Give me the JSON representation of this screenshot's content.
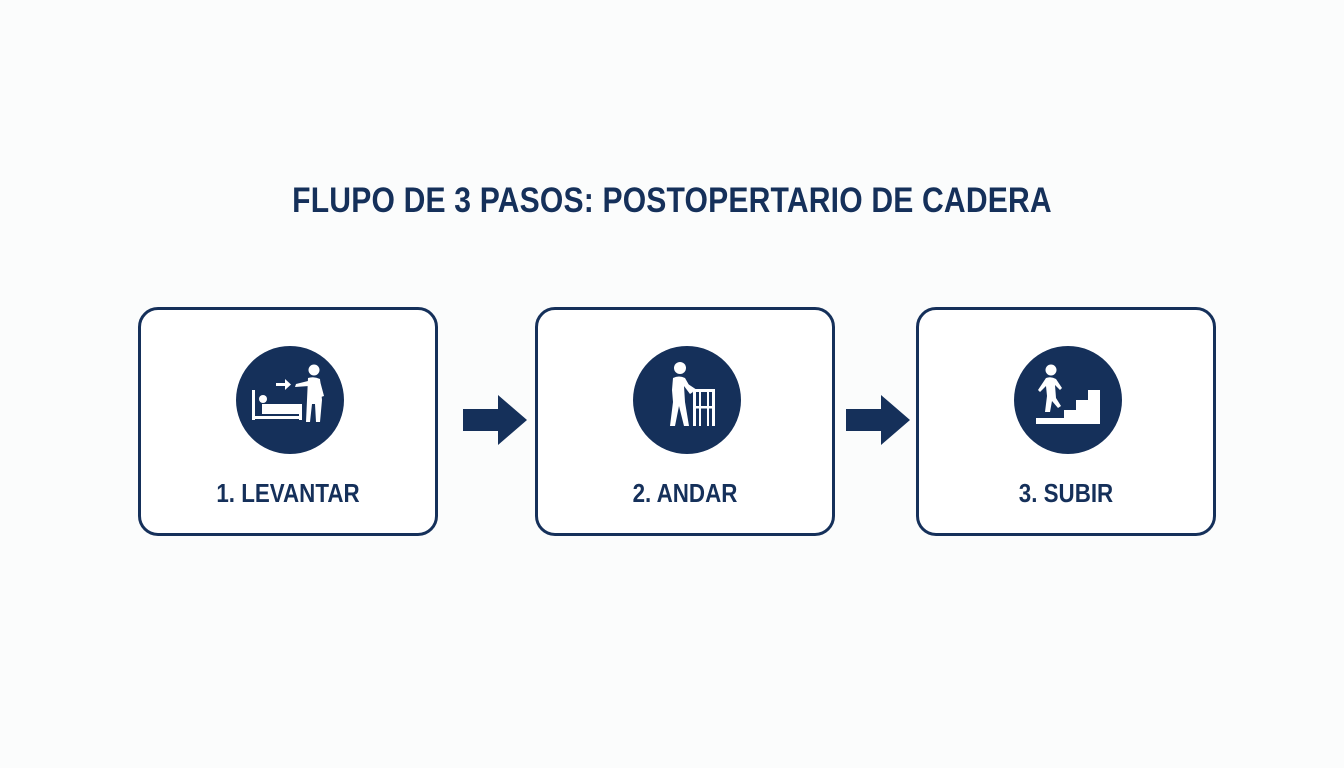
{
  "title": "FLUPO DE 3 PASOS: POSTOPERTARIO DE CADERA",
  "steps": [
    {
      "label": "1. LEVANTAR",
      "icon": "person-getting-out-of-bed-icon"
    },
    {
      "label": "2. ANDAR",
      "icon": "person-with-walker-icon"
    },
    {
      "label": "3. SUBIR",
      "icon": "person-climbing-stairs-icon"
    }
  ],
  "connectors": [
    "right-arrow-icon",
    "right-arrow-icon"
  ],
  "colors": {
    "primary": "#15305a",
    "background": "#fbfcfc",
    "icon_foreground": "#ffffff"
  }
}
